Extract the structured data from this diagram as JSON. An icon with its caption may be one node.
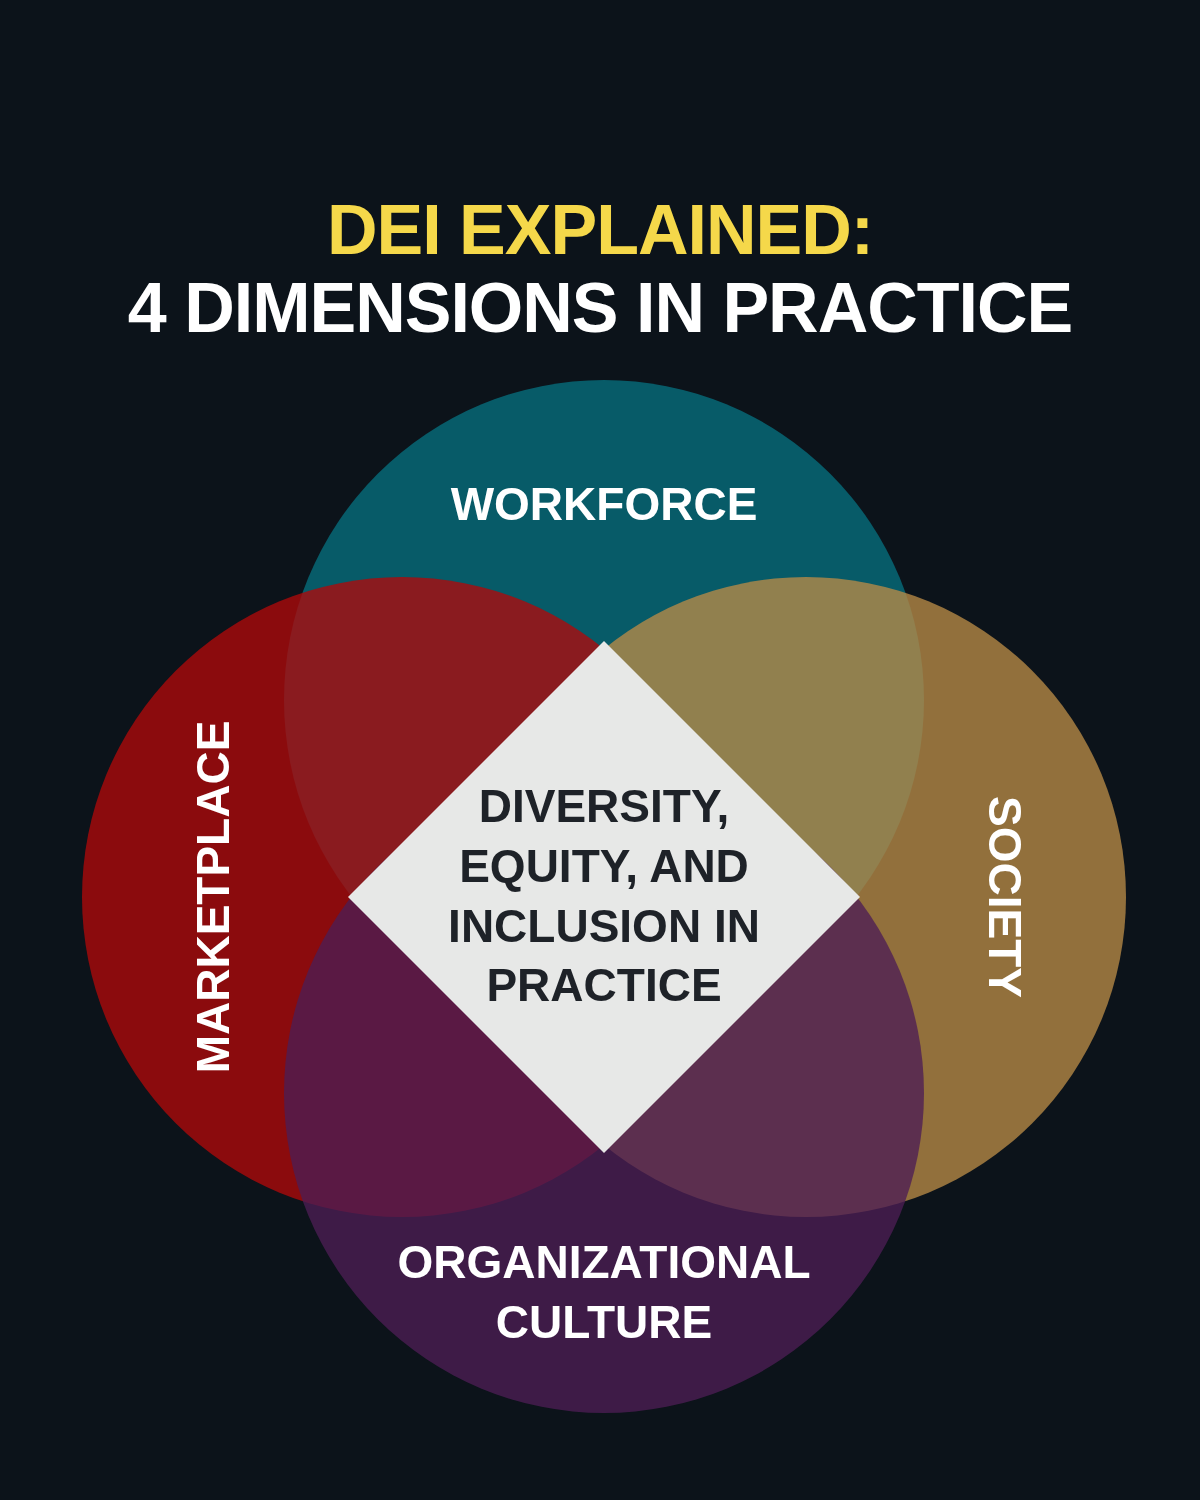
{
  "diagram": {
    "nodes": [
      {
        "text": [
          "WORKFORCE"
        ]
      },
      {
        "text": [
          "MARKETPLACE"
        ]
      },
      {
        "text": [
          "SOCIETY"
        ]
      },
      {
        "text": [
          "ORGANIZATIONAL CULTURE"
        ]
      },
      {
        "text": [
          "DIVERSITY, EQUITY, AND INCLUSION IN PRACTICE"
        ]
      }
    ],
    "edges": [],
    "labels": [
      "DEI EXPLAINED:",
      "4 DIMENSIONS IN PRACTICE"
    ]
  }
}
